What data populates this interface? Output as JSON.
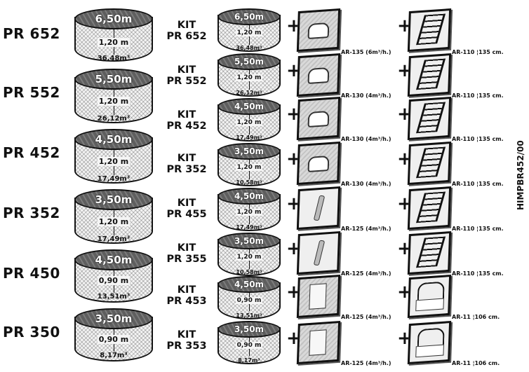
{
  "left_pools": [
    {
      "model": "PR 652",
      "diameter": "6,50m",
      "height": "1,20 m",
      "volume": "36,48m³"
    },
    {
      "model": "PR 552",
      "diameter": "5,50m",
      "height": "1,20 m",
      "volume": "26,12m³"
    },
    {
      "model": "PR 452",
      "diameter": "4,50m",
      "height": "1,20 m",
      "volume": "17,49m³"
    },
    {
      "model": "PR 352",
      "diameter": "3,50m",
      "height": "1,20 m",
      "volume": "17,49m³"
    },
    {
      "model": "PR 450",
      "diameter": "4,50m",
      "height": "0,90 m",
      "volume": "13,51m³"
    },
    {
      "model": "PR 350",
      "diameter": "3,50m",
      "height": "0,90 m",
      "volume": "8,17m³"
    }
  ],
  "kits": [
    {
      "kit_label": "KIT",
      "model": "PR 652",
      "diameter": "6,50m",
      "height": "1,20 m",
      "volume": "36,48m³",
      "filter": "AR-135 (6m³/h.)",
      "ladder": "AR-110 ¦135 cm."
    },
    {
      "kit_label": "KIT",
      "model": "PR 552",
      "diameter": "5,50m",
      "height": "1,20 m",
      "volume": "26,12m³",
      "filter": "AR-130 (4m³/h.)",
      "ladder": "AR-110 ¦135 cm."
    },
    {
      "kit_label": "KIT",
      "model": "PR 452",
      "diameter": "4,50m",
      "height": "1,20 m",
      "volume": "17,49m³",
      "filter": "AR-130 (4m³/h.)",
      "ladder": "AR-110 ¦135 cm."
    },
    {
      "kit_label": "KIT",
      "model": "PR 352",
      "diameter": "3,50m",
      "height": "1,20 m",
      "volume": "10,58m³",
      "filter": "AR-130 (4m³/h.)",
      "ladder": "AR-110 ¦135 cm."
    },
    {
      "kit_label": "KIT",
      "model": "PR 455",
      "diameter": "4,50m",
      "height": "1,20 m",
      "volume": "17,49m³",
      "filter": "AR-125 (4m³/h.)",
      "ladder": "AR-110 ¦135 cm."
    },
    {
      "kit_label": "KIT",
      "model": "PR 355",
      "diameter": "3,50m",
      "height": "1,20 m",
      "volume": "10,58m³",
      "filter": "AR-125 (4m³/h.)",
      "ladder": "AR-110 ¦135 cm."
    },
    {
      "kit_label": "KIT",
      "model": "PR 453",
      "diameter": "4,50m",
      "height": "0,90 m",
      "volume": "13,51m³",
      "filter": "AR-125 (4m³/h.)",
      "ladder": "AR-11 ¦106 cm."
    },
    {
      "kit_label": "KIT",
      "model": "PR 353",
      "diameter": "3,50m",
      "height": "0,90 m",
      "volume": "8,17m³",
      "filter": "AR-125 (4m³/h.)",
      "ladder": "AR-11 ¦106 cm."
    }
  ],
  "plus_sign": "+",
  "doc_code": "HIMPBR452/00"
}
